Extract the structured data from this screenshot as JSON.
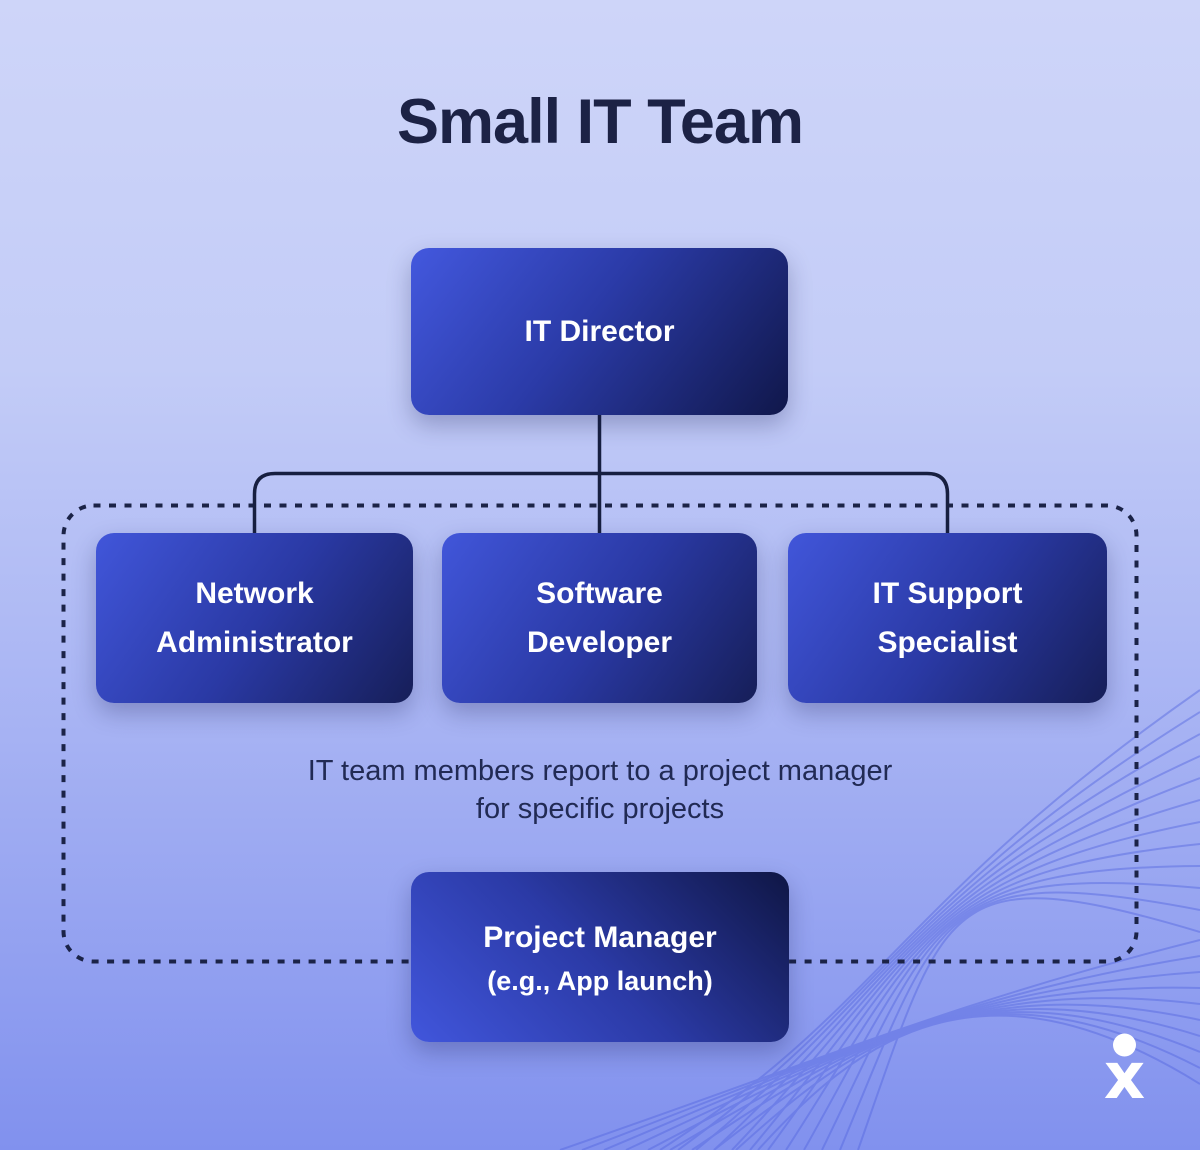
{
  "page": {
    "title": "Small IT Team"
  },
  "diagram": {
    "type": "org-chart",
    "root": {
      "label": "IT Director"
    },
    "team": [
      {
        "label": "Network Administrator"
      },
      {
        "label": "Software Developer"
      },
      {
        "label": "IT Support Specialist"
      }
    ],
    "note": "IT team members report to a project manager for specific projects",
    "project_manager": {
      "label": "Project Manager",
      "sublabel": "(e.g., App launch)"
    },
    "relationships": [
      "IT Director manages Network Administrator, Software Developer, IT Support Specialist",
      "Team members report (dotted boundary) to Project Manager for specific projects"
    ]
  },
  "logo": {
    "icon": "person-x-logo"
  },
  "colors": {
    "background_top": "#ced5f9",
    "background_bottom": "#8191ee",
    "box_gradient_start": "#4358de",
    "box_gradient_end": "#10174a",
    "box_text": "#ffffff",
    "title_text": "#1c2245",
    "note_text": "#212a54",
    "connector_line": "#1b2347",
    "wave_pattern": "#5466e0"
  }
}
